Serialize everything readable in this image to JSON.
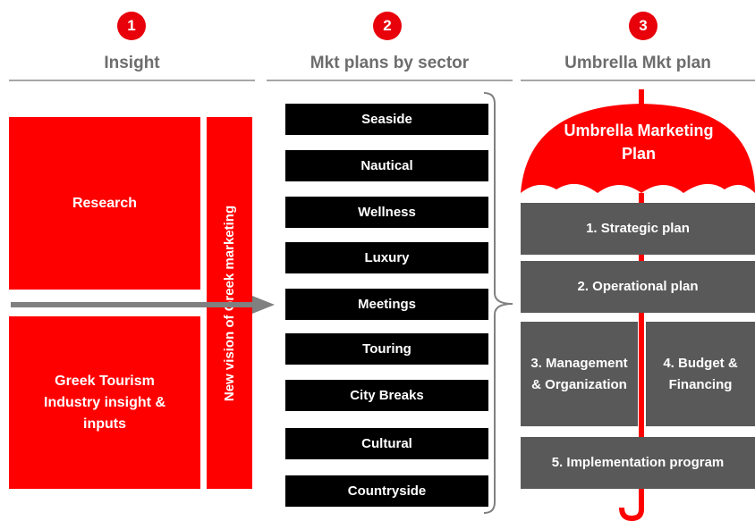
{
  "columns": [
    {
      "number": "1",
      "title": "Insight"
    },
    {
      "number": "2",
      "title": "Mkt plans by sector"
    },
    {
      "number": "3",
      "title": "Umbrella Mkt plan"
    }
  ],
  "insight": {
    "research": "Research",
    "industry": "Greek Tourism Industry insight & inputs",
    "vision": "New vision of Greek marketing"
  },
  "sectors": [
    "Seaside",
    "Nautical",
    "Wellness",
    "Luxury",
    "Meetings",
    "Touring",
    "City Breaks",
    "Cultural",
    "Countryside"
  ],
  "umbrella": {
    "title": "Umbrella Marketing Plan",
    "strategic": "1. Strategic plan",
    "operational": "2. Operational plan",
    "management": "3. Management & Organization",
    "budget": "4. Budget & Financing",
    "implementation": "5. Implementation program"
  },
  "colors": {
    "red": "#ff0000",
    "badge_red": "#e8000b",
    "gray": "#595959",
    "black": "#000000",
    "title_gray": "#6d6d6d"
  }
}
